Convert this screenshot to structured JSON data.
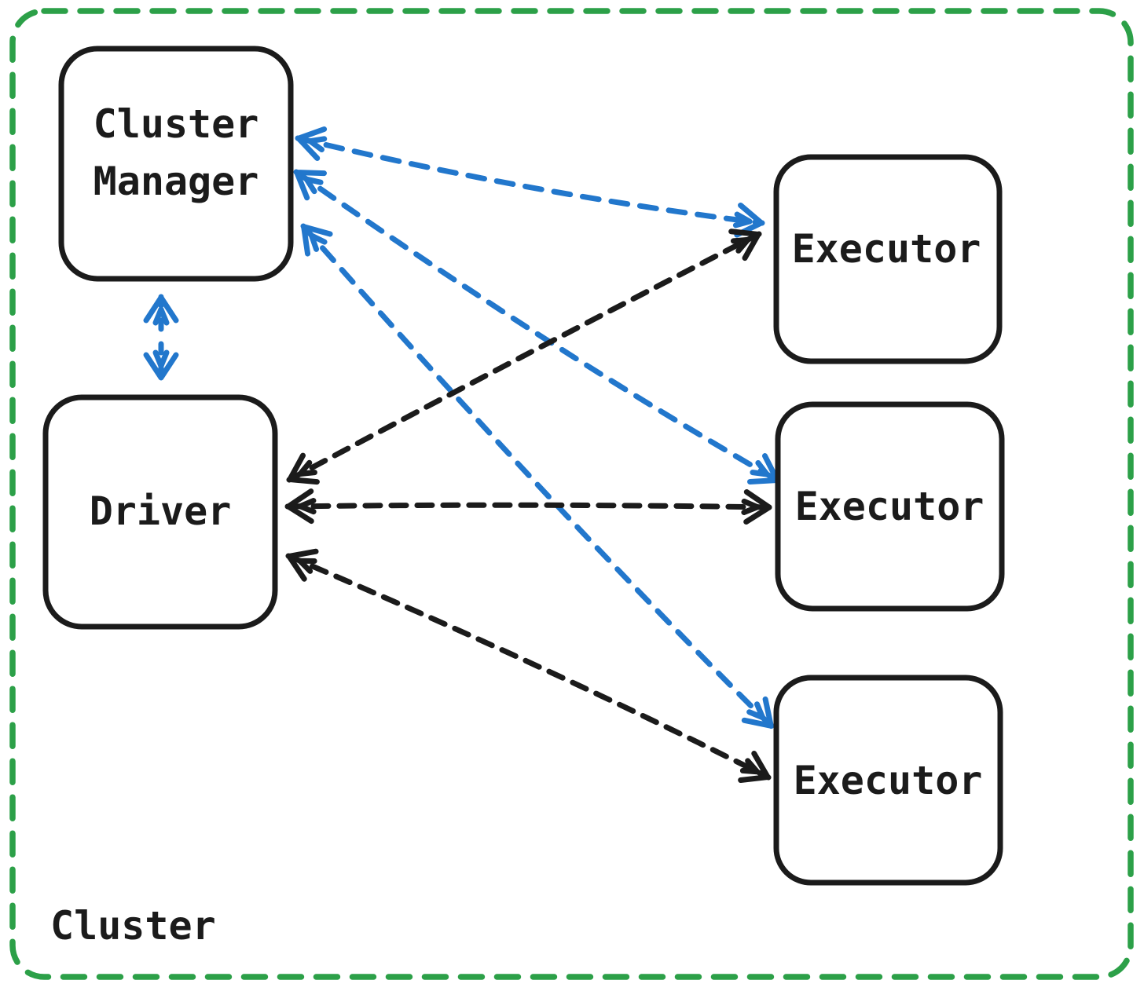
{
  "boundary": {
    "label": "Cluster",
    "style": "dashed-rounded-rect"
  },
  "nodes": {
    "cluster_manager": {
      "line1": "Cluster",
      "line2": "Manager"
    },
    "driver": {
      "label": "Driver"
    },
    "executors": [
      "Executor",
      "Executor",
      "Executor"
    ]
  },
  "edges": [
    {
      "from": "cluster-manager",
      "to": "driver",
      "color": "blue",
      "style": "dashed",
      "bidirectional": true
    },
    {
      "from": "cluster-manager",
      "to": "executor-1",
      "color": "blue",
      "style": "dashed",
      "bidirectional": true
    },
    {
      "from": "cluster-manager",
      "to": "executor-2",
      "color": "blue",
      "style": "dashed",
      "bidirectional": true
    },
    {
      "from": "cluster-manager",
      "to": "executor-3",
      "color": "blue",
      "style": "dashed",
      "bidirectional": true
    },
    {
      "from": "driver",
      "to": "executor-1",
      "color": "black",
      "style": "dashed",
      "bidirectional": true
    },
    {
      "from": "driver",
      "to": "executor-2",
      "color": "black",
      "style": "dashed",
      "bidirectional": true
    },
    {
      "from": "driver",
      "to": "executor-3",
      "color": "black",
      "style": "dashed",
      "bidirectional": true
    }
  ],
  "colors": {
    "arrow_blue": "#2277cc",
    "border_green": "#2ca048",
    "ink": "#1b1b1b",
    "background": "#ffffff"
  }
}
